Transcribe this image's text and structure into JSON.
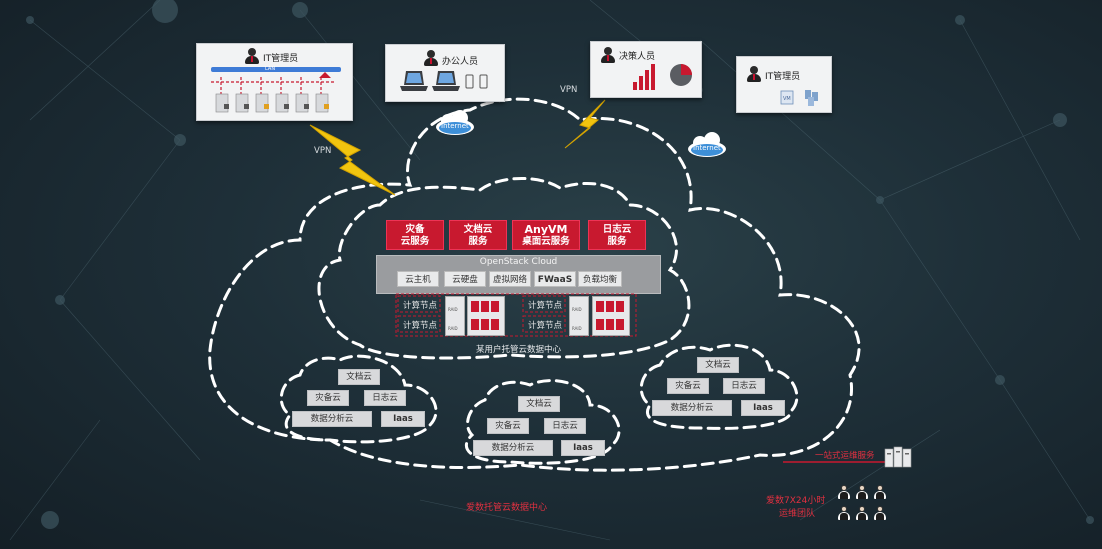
{
  "panels": {
    "it_admin_left": "IT管理员",
    "lan_label": "LAN",
    "office": "办公人员",
    "decision": "决策人员",
    "it_admin_right": "IT管理员"
  },
  "links": {
    "vpn_left": "VPN",
    "vpn_right": "VPN",
    "internet_left": "Internet",
    "internet_right": "Internet"
  },
  "services": [
    {
      "line1": "灾备",
      "line2": "云服务"
    },
    {
      "line1": "文档云",
      "line2": "服务"
    },
    {
      "line1": "AnyVM",
      "line2": "桌面云服务"
    },
    {
      "line1": "日志云",
      "line2": "服务"
    }
  ],
  "openstack": {
    "title": "OpenStack Cloud",
    "items": [
      "云主机",
      "云硬盘",
      "虚拟网络",
      "FWaaS",
      "负载均衡"
    ]
  },
  "compute": {
    "node_label": "计算节点",
    "rack_tag": "RAID"
  },
  "datacenter_label": "某用户托管云数据中心",
  "sub_cloud": {
    "doc": "文档云",
    "dr": "灾备云",
    "log": "日志云",
    "analytics": "数据分析云",
    "iaas": "Iaas"
  },
  "bottom": {
    "hosted_center": "爱数托管云数据中心",
    "ops_service": "一站式运维服务",
    "team_line1": "爱数7X24小时",
    "team_line2": "运维团队"
  },
  "colors": {
    "accent": "#c8192f",
    "background": "#1e2f38"
  }
}
